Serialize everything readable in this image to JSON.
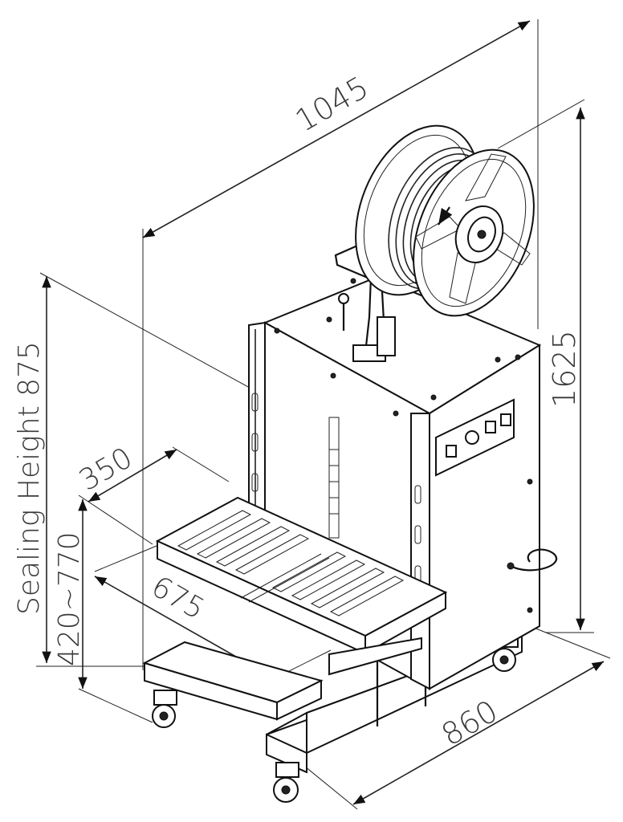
{
  "dimensions": {
    "depth": "1045",
    "height": "1625",
    "table_depth": "350",
    "table_width": "675",
    "width": "860",
    "table_height": "420~770",
    "sealing_height": "Sealing Height 875"
  },
  "colors": {
    "line": "#222222",
    "text": "#3a3a3a",
    "background": "#ffffff"
  }
}
